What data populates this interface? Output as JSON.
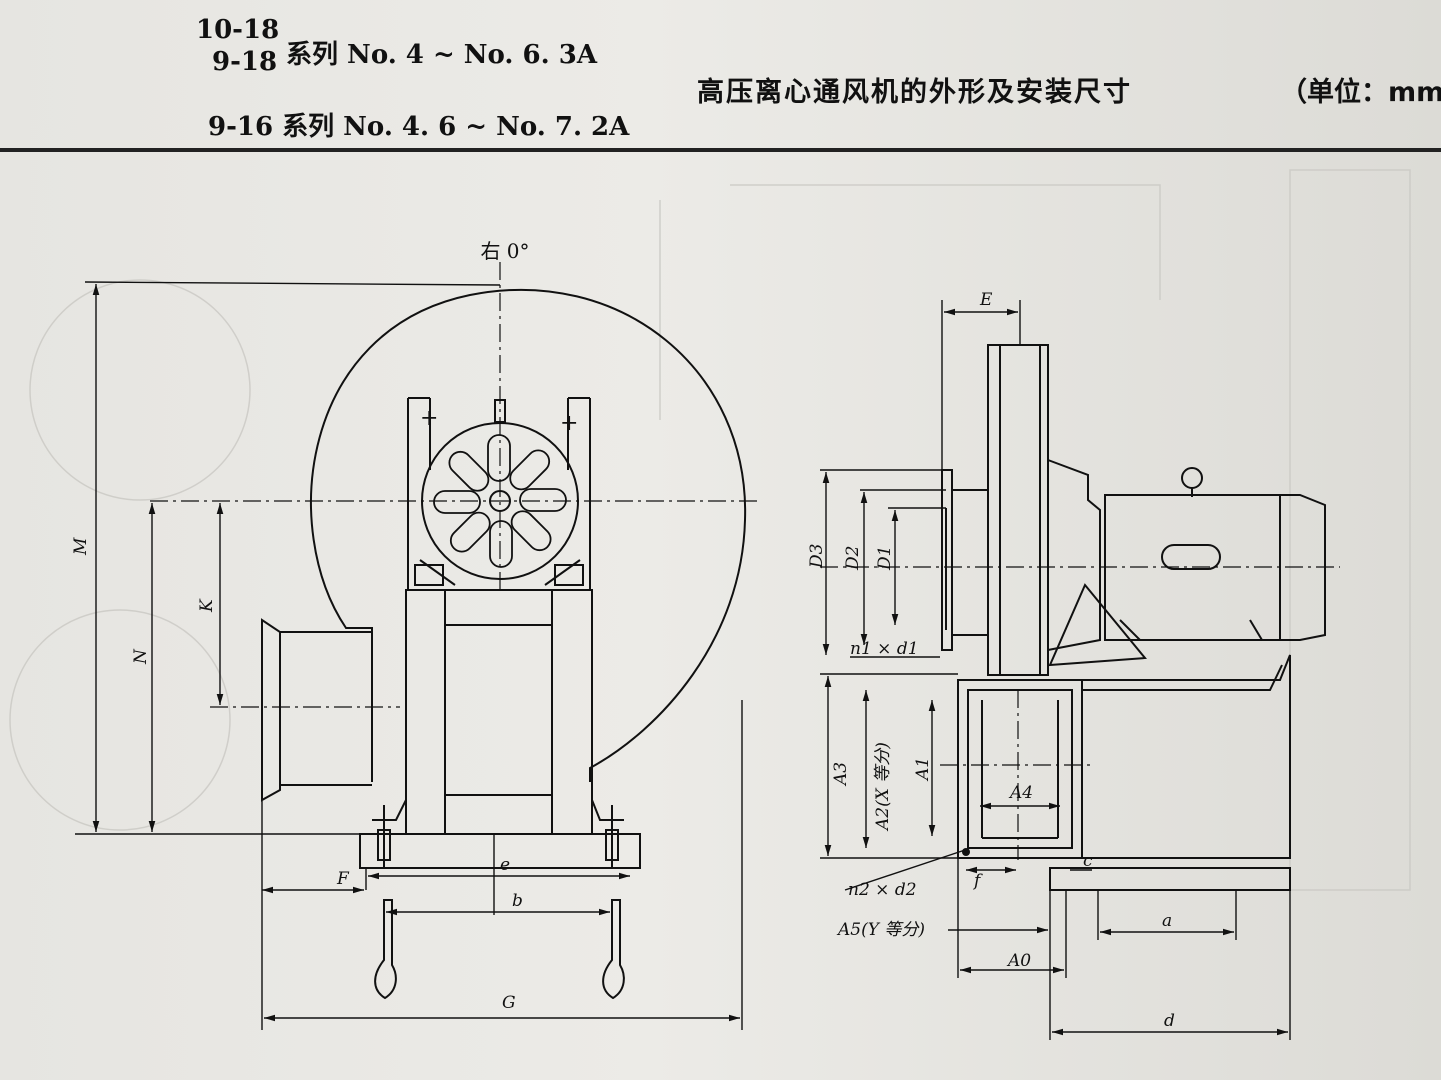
{
  "header": {
    "series_a_top": "10-18",
    "series_a_bottom": "9-18",
    "series_a_range": "系列 No. 4 ~ No. 6. 3A",
    "series_b": "9-16 系列 No. 4. 6 ~ No. 7. 2A",
    "title": "高压离心通风机的外形及安装尺寸",
    "unit": "（单位：mm"
  },
  "front_view": {
    "rotation_label": "右 0°",
    "dims": {
      "M": "M",
      "N": "N",
      "K": "K",
      "F": "F",
      "e": "e",
      "b": "b",
      "G": "G"
    }
  },
  "side_view": {
    "dims": {
      "E": "E",
      "D3": "D3",
      "D2": "D2",
      "D1": "D1",
      "n1d1": "n1 × d1",
      "A3": "A3",
      "A2": "A2(X 等分)",
      "A1": "A1",
      "A4": "A4",
      "f": "f",
      "c": "c",
      "n2d2": "n2 × d2",
      "A5": "A5(Y 等分)",
      "A0": "A0",
      "a": "a",
      "d": "d"
    }
  }
}
